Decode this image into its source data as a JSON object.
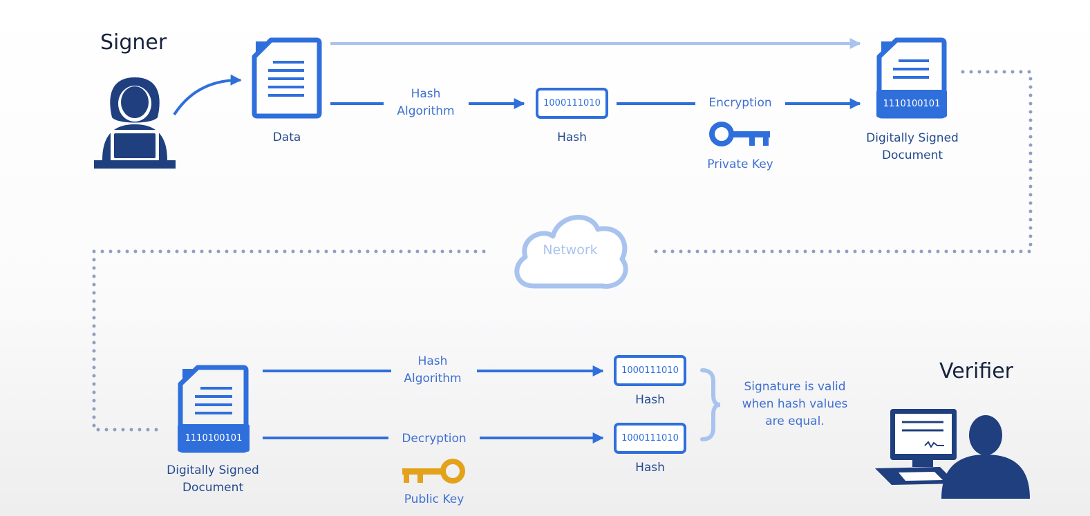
{
  "roles": {
    "signer": "Signer",
    "verifier": "Verifier"
  },
  "signing": {
    "data_label": "Data",
    "hash_algorithm_line1": "Hash",
    "hash_algorithm_line2": "Algorithm",
    "hash_value": "1000111010",
    "hash_label": "Hash",
    "encryption_label": "Encryption",
    "private_key_label": "Private Key",
    "signed_doc_value": "1110100101",
    "signed_doc_line1": "Digitally Signed",
    "signed_doc_line2": "Document"
  },
  "network": {
    "label": "Network"
  },
  "verifying": {
    "signed_doc_value": "1110100101",
    "signed_doc_line1": "Digitally Signed",
    "signed_doc_line2": "Document",
    "hash_algorithm_line1": "Hash",
    "hash_algorithm_line2": "Algorithm",
    "decryption_label": "Decryption",
    "public_key_label": "Public Key",
    "hash1_value": "1000111010",
    "hash1_label": "Hash",
    "hash2_value": "1000111010",
    "hash2_label": "Hash",
    "validity_line1": "Signature is valid",
    "validity_line2": "when hash values",
    "validity_line3": "are equal."
  },
  "colors": {
    "primary_blue": "#2f6fdb",
    "light_blue": "#a9c3ef",
    "navy": "#1f3f7f",
    "gold": "#e3a21a",
    "dotted": "#8f9fbf"
  }
}
